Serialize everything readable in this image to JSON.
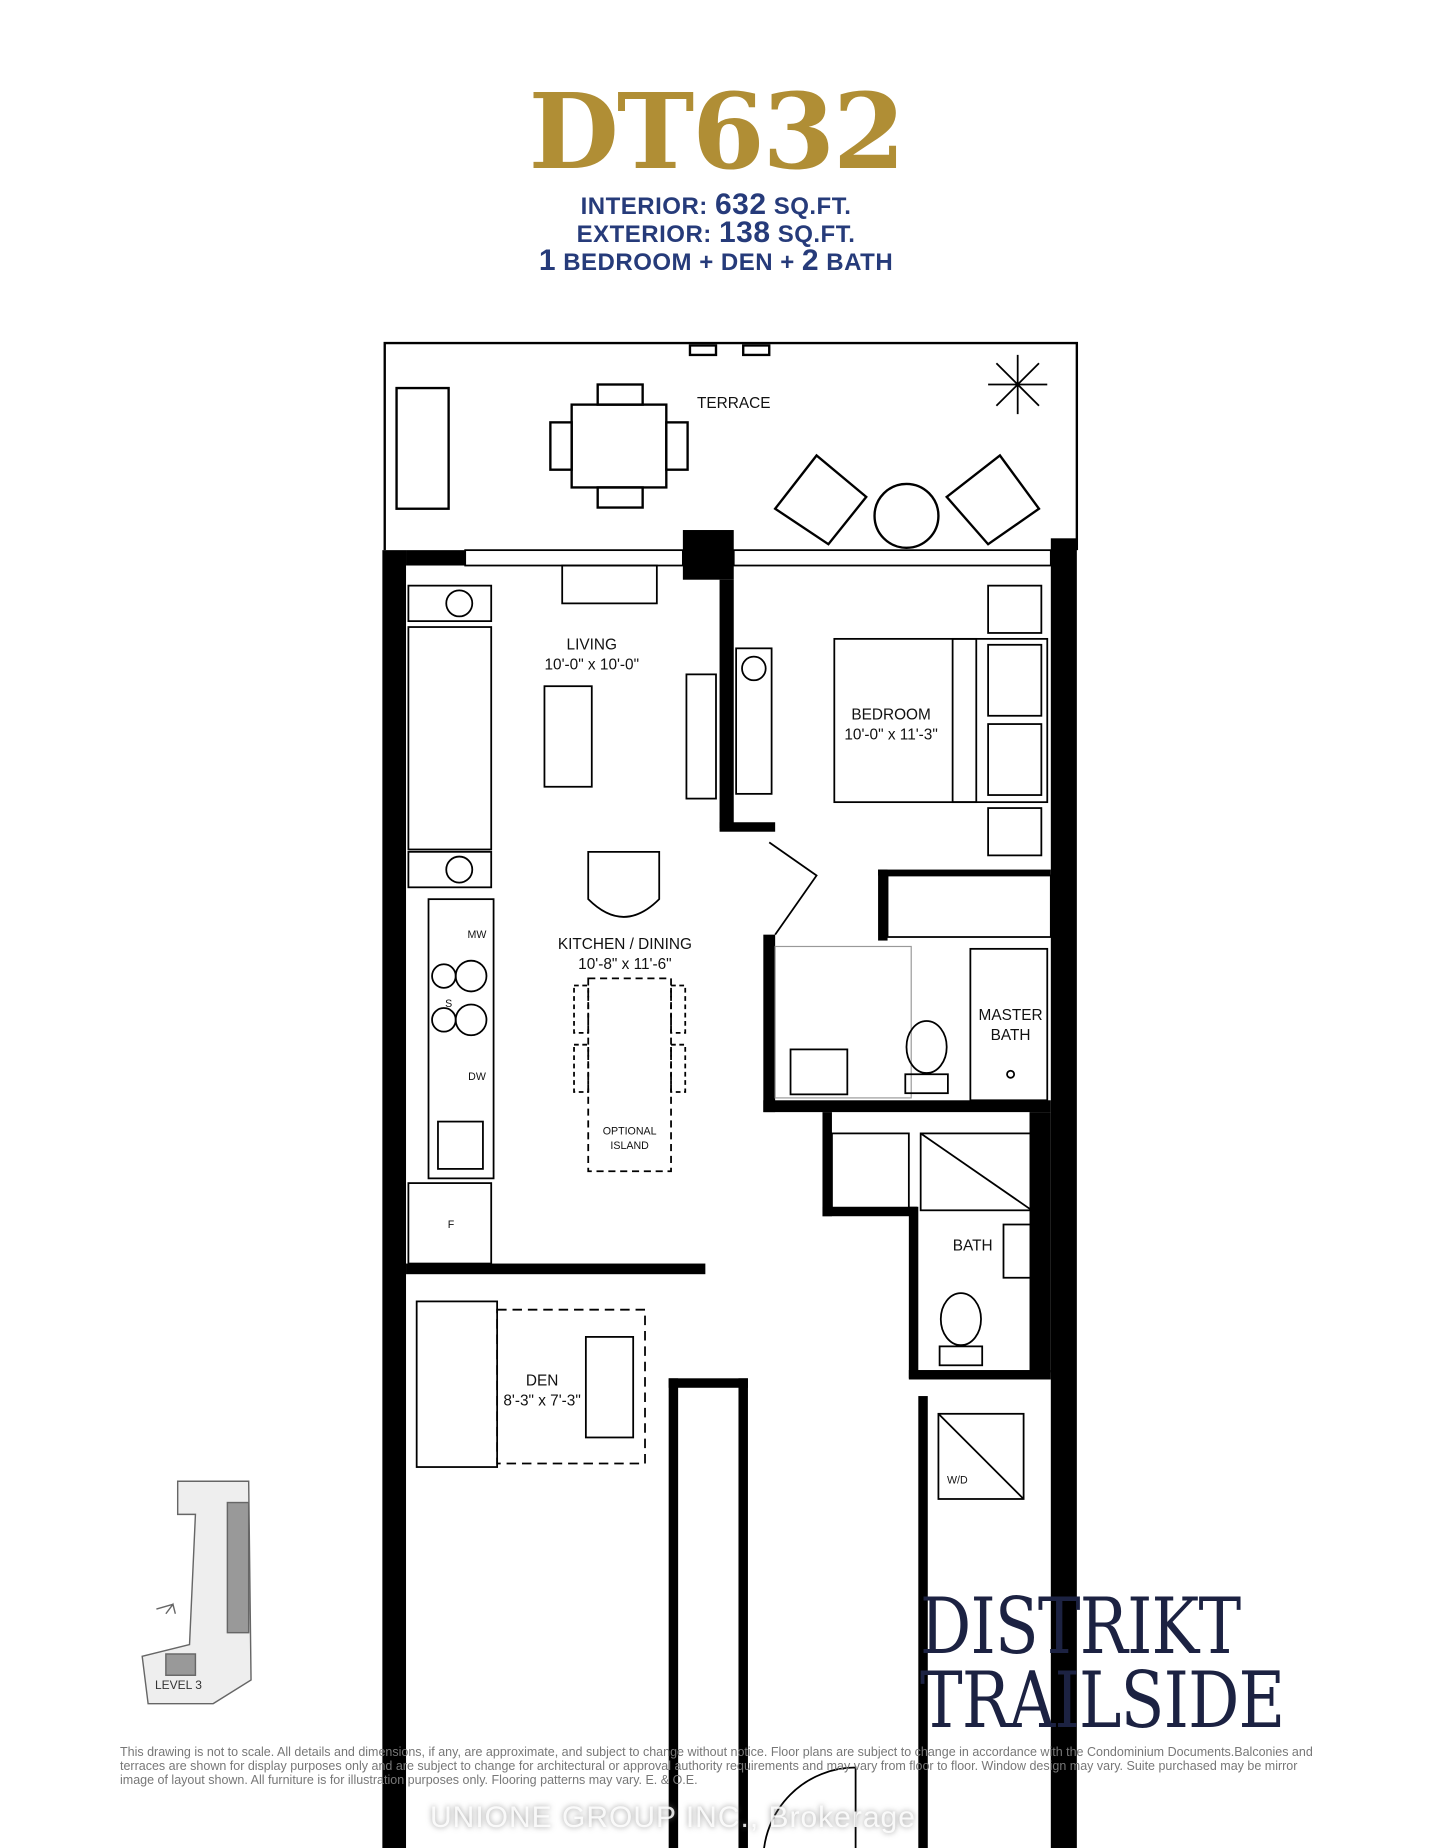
{
  "header": {
    "unit": "DT632",
    "interior": {
      "label": "INTERIOR:",
      "value": "632",
      "unit": "SQ.FT."
    },
    "exterior": {
      "label": "EXTERIOR:",
      "value": "138",
      "unit": "SQ.FT."
    },
    "layout": {
      "bedrooms": "1",
      "bedroom_label": "BEDROOM",
      "plus1": "+ DEN +",
      "baths": "2",
      "bath_label": "BATH"
    }
  },
  "rooms": {
    "terrace": "TERRACE",
    "living": {
      "name": "LIVING",
      "size": "10'-0\" x 10'-0\""
    },
    "bedroom": {
      "name": "BEDROOM",
      "size": "10'-0\" x 11'-3\""
    },
    "kitchen": {
      "name": "KITCHEN / DINING",
      "size": "10'-8\" x 11'-6\""
    },
    "master_bath": {
      "line1": "MASTER",
      "line2": "BATH"
    },
    "bath": "BATH",
    "den": {
      "name": "DEN",
      "size": "8'-3\" x 7'-3\""
    },
    "island": {
      "line1": "OPTIONAL",
      "line2": "ISLAND"
    },
    "appliances": {
      "mw": "MW",
      "stove": "S",
      "dw": "DW",
      "fridge": "F",
      "wd": "W/D"
    }
  },
  "keyplan": {
    "label": "LEVEL 3"
  },
  "brand": {
    "line1": "DISTRIKT",
    "line2": "TRAILSIDE"
  },
  "disclaimer": "This drawing is not to scale. All details and dimensions, if any, are approximate, and subject to change without notice. Floor plans are subject to change in accordance with the Condominium Documents.Balconies and terraces are shown for display purposes only and are subject to change for architectural or approval authority requirements and may vary from floor to floor. Window design may vary. Suite purchased may be mirror image of layout shown. All furniture is for illustration purposes only. Flooring patterns may vary. E. & O.E.",
  "watermark": "UNIONE GROUP INC., Brokerage",
  "colors": {
    "title_gold": "#b08e35",
    "spec_navy": "#263b7a",
    "brand_navy": "#1c2242",
    "wall": "#000000"
  }
}
